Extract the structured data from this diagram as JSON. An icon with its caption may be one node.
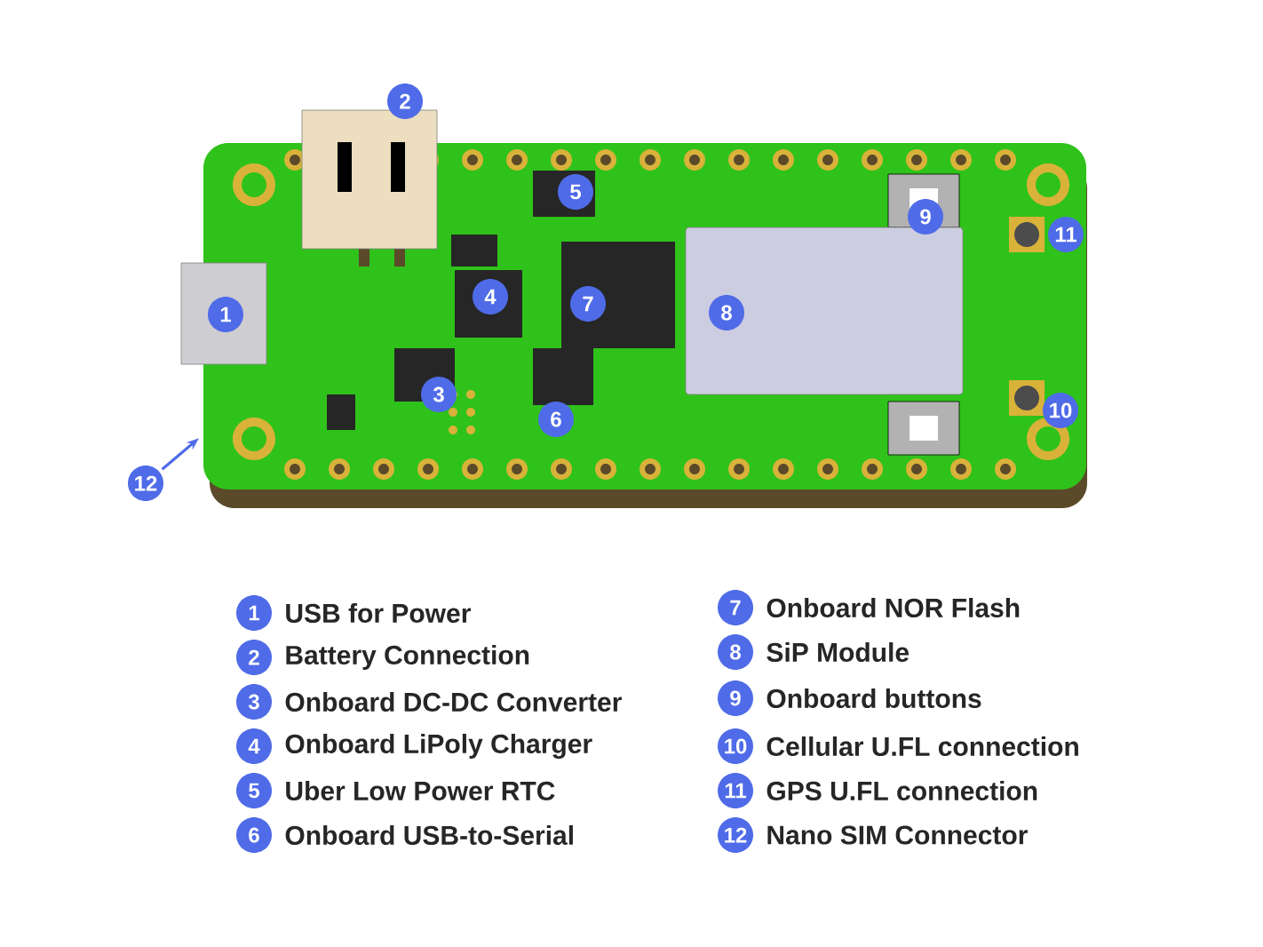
{
  "diagram": {
    "nodes": [
      {
        "text": [],
        "shape": "picture"
      },
      {
        "text": [
          "1"
        ],
        "in": 0
      },
      {
        "text": [
          "2"
        ]
      },
      {
        "text": [
          "3"
        ],
        "in": 0
      },
      {
        "text": [
          "4"
        ],
        "in": 0
      },
      {
        "text": [
          "5"
        ],
        "in": 0
      },
      {
        "text": [
          "6"
        ],
        "in": 0
      },
      {
        "text": [
          "7"
        ],
        "in": 0
      },
      {
        "text": [
          "8"
        ],
        "in": 0
      },
      {
        "text": [
          "9"
        ],
        "in": 0
      },
      {
        "text": [
          "10"
        ],
        "in": 0
      },
      {
        "text": [
          "11"
        ],
        "in": 0
      },
      {
        "text": [
          "12"
        ]
      },
      {
        "text": [
          "1"
        ],
        "beside": [
          "USB for Power"
        ]
      },
      {
        "text": [
          "2"
        ],
        "beside": [
          "Battery Connection"
        ]
      },
      {
        "text": [
          "3"
        ],
        "beside": [
          "Onboard DC-DC Converter"
        ]
      },
      {
        "text": [
          "4"
        ],
        "beside": [
          "Onboard LiPoly Charger"
        ]
      },
      {
        "text": [
          "5"
        ],
        "beside": [
          "Uber Low Power RTC"
        ]
      },
      {
        "text": [
          "6"
        ],
        "beside": [
          "Onboard USB-to-Serial"
        ]
      },
      {
        "text": [
          "7"
        ],
        "beside": [
          "Onboard NOR Flash"
        ]
      },
      {
        "text": [
          "8"
        ],
        "beside": [
          "SiP Module"
        ]
      },
      {
        "text": [
          "9"
        ],
        "beside": [
          "Onboard buttons"
        ]
      },
      {
        "text": [
          "10"
        ],
        "beside": [
          "Cellular U.FL connection"
        ]
      },
      {
        "text": [
          "11"
        ],
        "beside": [
          "GPS U.FL connection"
        ]
      },
      {
        "text": [
          "12"
        ],
        "beside": [
          "Nano SIM Connector"
        ]
      }
    ],
    "edges": [
      {
        "from": 12,
        "to": 0,
        "arrow": "to"
      }
    ]
  }
}
